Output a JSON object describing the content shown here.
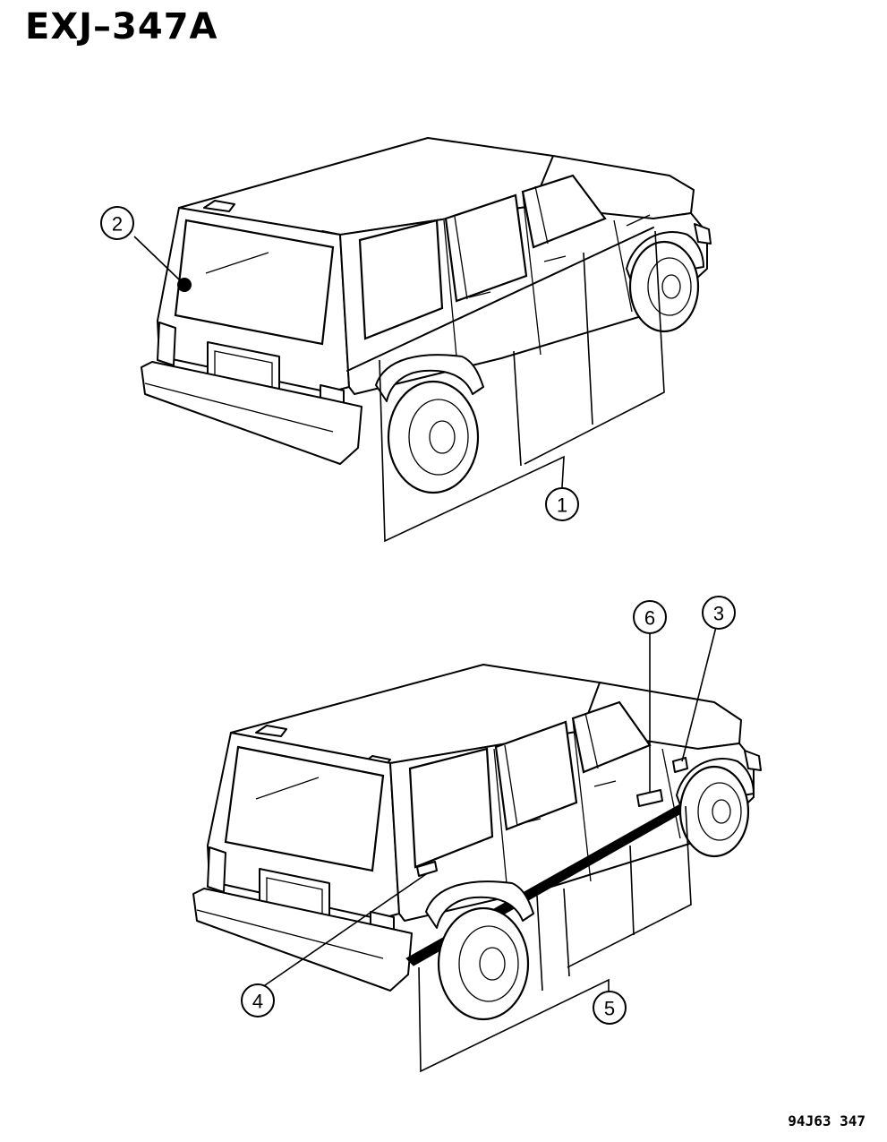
{
  "header": {
    "title": "EXJ–347A"
  },
  "footer": {
    "figure_code": "94J63  347"
  },
  "callouts": [
    {
      "id": "1",
      "label": "1"
    },
    {
      "id": "2",
      "label": "2"
    },
    {
      "id": "3",
      "label": "3"
    },
    {
      "id": "4",
      "label": "4"
    },
    {
      "id": "5",
      "label": "5"
    },
    {
      "id": "6",
      "label": "6"
    }
  ]
}
